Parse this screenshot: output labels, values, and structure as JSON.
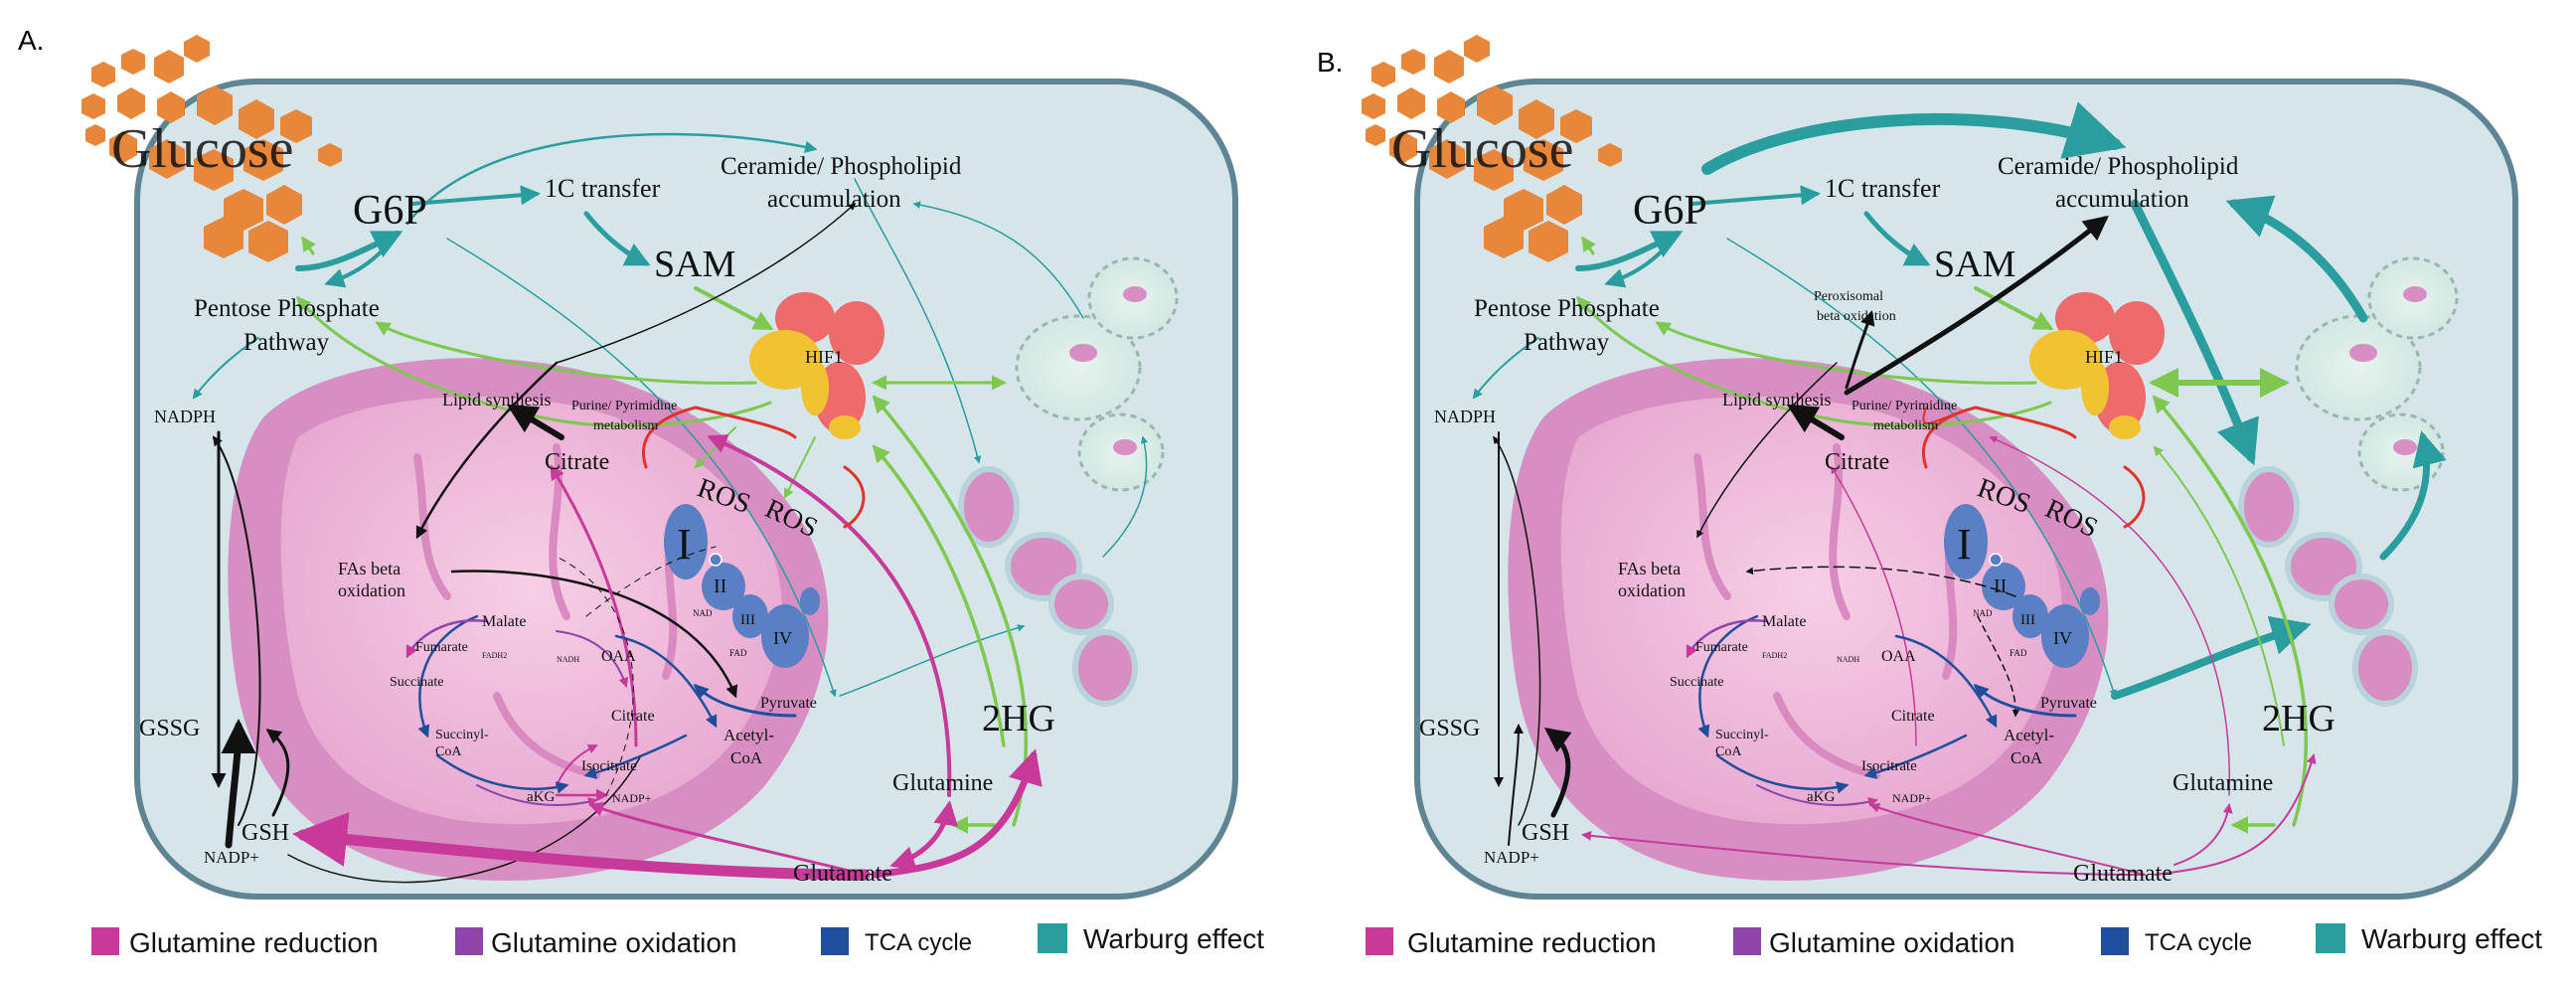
{
  "panels": [
    {
      "label": "A.",
      "glucose": "Glucose",
      "g6p": "G6P",
      "transfer_1c": "1C transfer",
      "sam": "SAM",
      "ceramide_line1": "Ceramide/ Phospholipid",
      "ceramide_line2": "accumulation",
      "ppp_line1": "Pentose Phosphate",
      "ppp_line2": "Pathway",
      "nadph": "NADPH",
      "hif1": "HIF1",
      "lipid_synthesis": "Lipid synthesis",
      "purine_line1": "Purine/ Pyrimidine",
      "purine_line2": "metabolism",
      "citrate_top": "Citrate",
      "ros1": "ROS",
      "ros2": "ROS",
      "fas_line1": "FAs beta",
      "fas_line2": "oxidation",
      "malate": "Malate",
      "fumarate": "Fumarate",
      "fadh2": "FADH2",
      "nadh1": "NADH",
      "oaa": "OAA",
      "succinate": "Succinate",
      "citrate_mito": "Citrate",
      "succinyl_line1": "Succinyl-",
      "succinyl_line2": "CoA",
      "isocitrate": "Isocitrate",
      "akg": "aKG",
      "nadp_plus_mito": "NADP+",
      "acetyl_line1": "Acetyl-",
      "acetyl_line2": "CoA",
      "pyruvate": "Pyruvate",
      "cI": "I",
      "cII": "II",
      "cIII": "III",
      "cIV": "IV",
      "nad": "NAD",
      "fad": "FAD",
      "gssg": "GSSG",
      "gsh": "GSH",
      "nadp_plus": "NADP+",
      "glutamine": "Glutamine",
      "hg2": "2HG",
      "glutamate": "Glutamate",
      "peroxisomal_line1": "",
      "peroxisomal_line2": ""
    },
    {
      "label": "B.",
      "glucose": "Glucose",
      "g6p": "G6P",
      "transfer_1c": "1C transfer",
      "sam": "SAM",
      "ceramide_line1": "Ceramide/ Phospholipid",
      "ceramide_line2": "accumulation",
      "ppp_line1": "Pentose Phosphate",
      "ppp_line2": "Pathway",
      "nadph": "NADPH",
      "hif1": "HIF1",
      "lipid_synthesis": "Lipid synthesis",
      "purine_line1": "Purine/ Pyrimidine",
      "purine_line2": "metabolism",
      "citrate_top": "Citrate",
      "ros1": "ROS",
      "ros2": "ROS",
      "fas_line1": "FAs beta",
      "fas_line2": "oxidation",
      "malate": "Malate",
      "fumarate": "Fumarate",
      "fadh2": "FADH2",
      "nadh1": "NADH",
      "oaa": "OAA",
      "succinate": "Succinate",
      "citrate_mito": "Citrate",
      "succinyl_line1": "Succinyl-",
      "succinyl_line2": "CoA",
      "isocitrate": "Isocitrate",
      "akg": "aKG",
      "nadp_plus_mito": "NADP+",
      "acetyl_line1": "Acetyl-",
      "acetyl_line2": "CoA",
      "pyruvate": "Pyruvate",
      "cI": "I",
      "cII": "II",
      "cIII": "III",
      "cIV": "IV",
      "nad": "NAD",
      "fad": "FAD",
      "gssg": "GSSG",
      "gsh": "GSH",
      "nadp_plus": "NADP+",
      "glutamine": "Glutamine",
      "hg2": "2HG",
      "glutamate": "Glutamate",
      "peroxisomal_line1": "Peroxisomal",
      "peroxisomal_line2": "beta oxidation"
    }
  ],
  "legend": [
    {
      "label": "Glutamine reduction",
      "color": "#c8399a"
    },
    {
      "label": "Glutamine oxidation",
      "color": "#8e44a8"
    },
    {
      "label": "TCA cycle",
      "color": "#1f4e9c"
    },
    {
      "label": "Warburg effect",
      "color": "#2a9d9f"
    }
  ],
  "colors": {
    "cell_fill": "#d5e5ea",
    "cell_stroke": "#5f8493",
    "mito_outer": "#d78ec3",
    "mito_inner": "#f2c0dd",
    "glucose_hex": "#e8873a",
    "warburg": "#2a9d9f",
    "green": "#7ec850",
    "black": "#111111",
    "magenta": "#c8399a",
    "blue": "#1f4e9c",
    "red": "#e0332d",
    "complex_blue": "#5b7fc4",
    "hif_yellow": "#f1c232",
    "hif_red": "#ef6a6a"
  }
}
